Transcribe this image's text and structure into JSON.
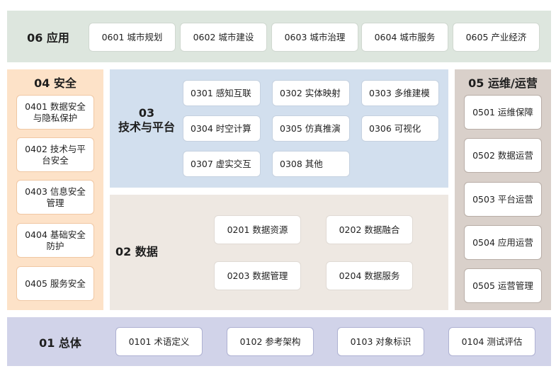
{
  "diagram": {
    "layers": [
      {
        "id": "06",
        "title": "06  应用",
        "color": "#dde6de",
        "items": [
          "0601 城市规划",
          "0602 城市建设",
          "0603 城市治理",
          "0604 城市服务",
          "0605 产业经济"
        ]
      },
      {
        "id": "05",
        "title": "05  运维/运营",
        "color": "#d9d0ca",
        "items": [
          "0501 运维保障",
          "0502 数据运营",
          "0503 平台运营",
          "0504 应用运营",
          "0505 运营管理"
        ]
      },
      {
        "id": "04",
        "title": "04  安全",
        "color": "#fde2c8",
        "items": [
          "0401 数据安全与隐私保护",
          "0402 技术与平台安全",
          "0403 信息安全管理",
          "0404 基础安全防护",
          "0405 服务安全"
        ]
      },
      {
        "id": "03",
        "title_num": "03",
        "title_text": "技术与平台",
        "color": "#d2dfee",
        "items": [
          "0301 感知互联",
          "0302 实体映射",
          "0303 多维建模",
          "0304 时空计算",
          "0305 仿真推演",
          "0306 可视化",
          "0307 虚实交互",
          "0308 其他"
        ]
      },
      {
        "id": "02",
        "title": "02  数据",
        "color": "#eee8e2",
        "items": [
          "0201 数据资源",
          "0202 数据融合",
          "0203 数据管理",
          "0204 数据服务"
        ]
      },
      {
        "id": "01",
        "title": "01  总体",
        "color": "#d1d3e9",
        "items": [
          "0101 术语定义",
          "0102 参考架构",
          "0103 对象标识",
          "0104 测试评估"
        ]
      }
    ],
    "wrapped": {
      "0401a": "0401 数据安全",
      "0401b": "与隐私保护",
      "0402a": "0402 技术与平",
      "0402b": "台安全",
      "0403a": "0403 信息安全",
      "0403b": "管理",
      "0404a": "0404 基础安全",
      "0404b": "防护"
    }
  }
}
